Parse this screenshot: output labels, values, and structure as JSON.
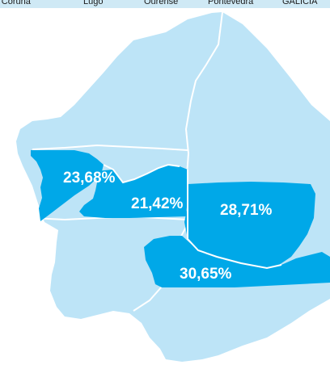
{
  "legend": {
    "items": [
      "A Coruña",
      "Lugo",
      "Ourense",
      "Pontevedra",
      "GALICIA"
    ]
  },
  "map": {
    "colors": {
      "base": "#bde4f7",
      "highlight": "#00a8e8",
      "border": "#ffffff",
      "label": "#ffffff"
    },
    "bands": [
      {
        "value": "23,68%"
      },
      {
        "value": "21,42%"
      },
      {
        "value": "28,71%"
      },
      {
        "value": "30,65%"
      }
    ]
  }
}
